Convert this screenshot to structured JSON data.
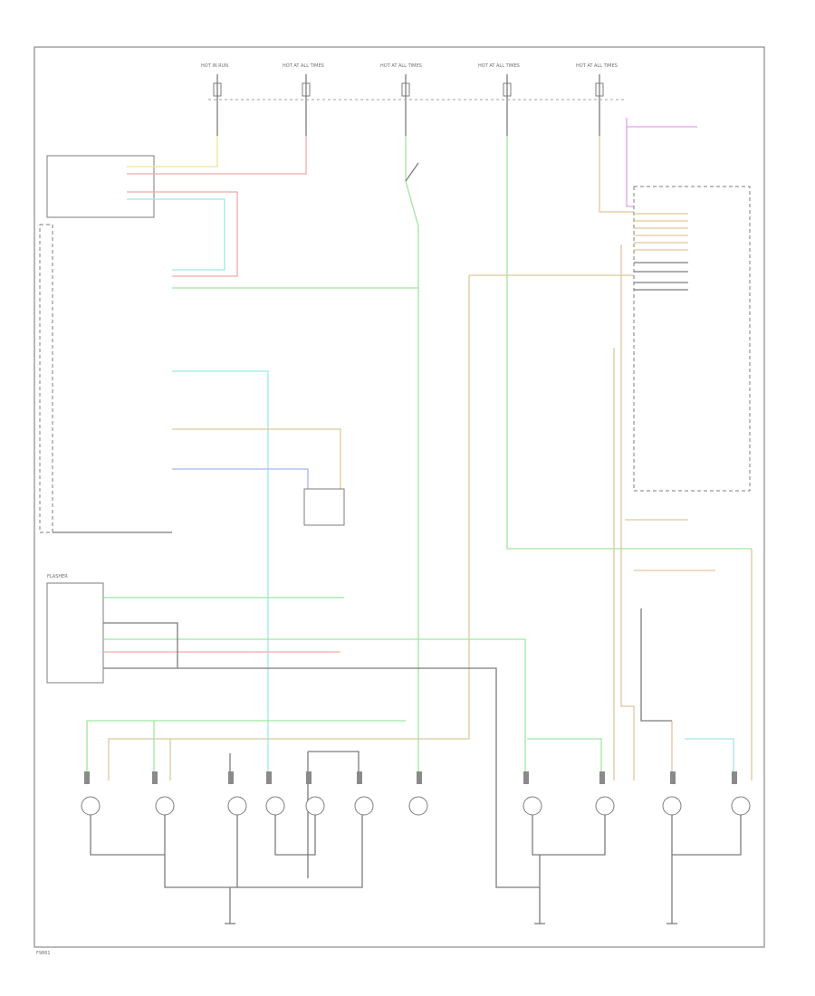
{
  "labels": {
    "hot_run": "HOT IN RUN",
    "hot_all_1": "HOT AT ALL TIMES",
    "hot_all_2": "HOT AT ALL TIMES",
    "hot_all_3": "HOT AT ALL TIMES",
    "hot_all_4": "HOT AT ALL TIMES",
    "flasher": "FLASHER",
    "page_number": "F9861"
  },
  "colors": {
    "yellow": "#f0e29a",
    "red": "#f2aaaa",
    "green": "#9fe69f",
    "cyan": "#9fe6ec",
    "tan": "#e0c79a",
    "violet": "#e0a0f0",
    "blue": "#a8b4f0",
    "black": "#7c7c7c"
  }
}
